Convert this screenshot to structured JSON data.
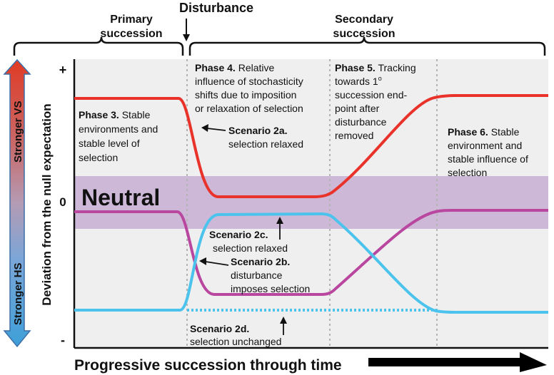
{
  "top": {
    "primary": "Primary",
    "primary2": "succession",
    "disturbance": "Disturbance",
    "secondary": "Secondary",
    "secondary2": "succession"
  },
  "yaxis": {
    "label": "Deviation from the null expectation",
    "plus": "+",
    "zero": "0",
    "minus": "-",
    "stronger_vs": "Stronger VS",
    "stronger_hs": "Stronger HS"
  },
  "neutral": "Neutral",
  "phases": {
    "p3": {
      "title": "Phase 3.",
      "l1": "Stable",
      "l2": "environments and",
      "l3": "stable level of",
      "l4": "selection"
    },
    "p4": {
      "title": "Phase 4.",
      "l1": "Relative",
      "l2": "influence of stochasticity",
      "l3": "shifts due to imposition",
      "l4": "or relaxation of selection"
    },
    "p5": {
      "title": "Phase 5.",
      "l1": "Tracking",
      "l2": "towards 1",
      "sup": "o",
      "l3": "succession end-",
      "l4": "point after",
      "l5": "disturbance",
      "l6": "removed"
    },
    "p6": {
      "title": "Phase 6.",
      "l1": "Stable",
      "l2": "environment and",
      "l3": "stable influence of",
      "l4": "selection"
    }
  },
  "scenarios": {
    "s2a": {
      "title": "Scenario 2a.",
      "desc": "selection relaxed"
    },
    "s2b": {
      "title": "Scenario 2b.",
      "desc1": "disturbance",
      "desc2": "imposes selection"
    },
    "s2c": {
      "title": "Scenario 2c.",
      "desc": "selection relaxed"
    },
    "s2d": {
      "title": "Scenario 2d.",
      "desc": "selection unchanged"
    }
  },
  "xaxis": {
    "label": "Progressive succession through time"
  },
  "colors": {
    "red": "#e8322a",
    "magenta": "#b9479f",
    "cyan": "#4cc3ec",
    "neutral_band": "#cdb8d8",
    "panel_bg": "#efefef",
    "vs_top": "#e03a24",
    "hs_bottom": "#3e9fd8"
  }
}
